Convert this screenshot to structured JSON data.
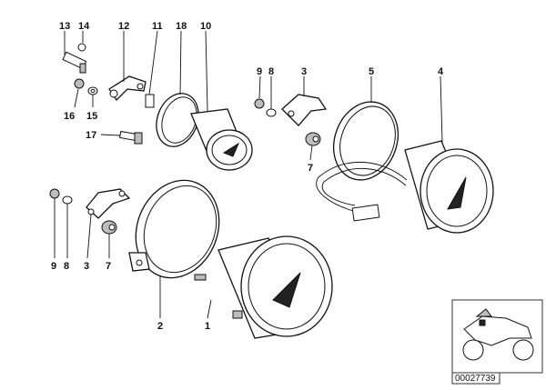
{
  "diagram": {
    "callouts": {
      "c13": "13",
      "c14": "14",
      "c12": "12",
      "c11": "11",
      "c18": "18",
      "c10": "10",
      "c16": "16",
      "c15": "15",
      "c17_top": "17",
      "c9_r": "9",
      "c8_r": "8",
      "c3_r": "3",
      "c5": "5",
      "c4": "4",
      "c7_r": "7",
      "c9_l": "9",
      "c8_l": "8",
      "c3_l": "3",
      "c7_l": "7",
      "c2": "2",
      "c1": "1"
    },
    "figure_code": "00027739"
  }
}
